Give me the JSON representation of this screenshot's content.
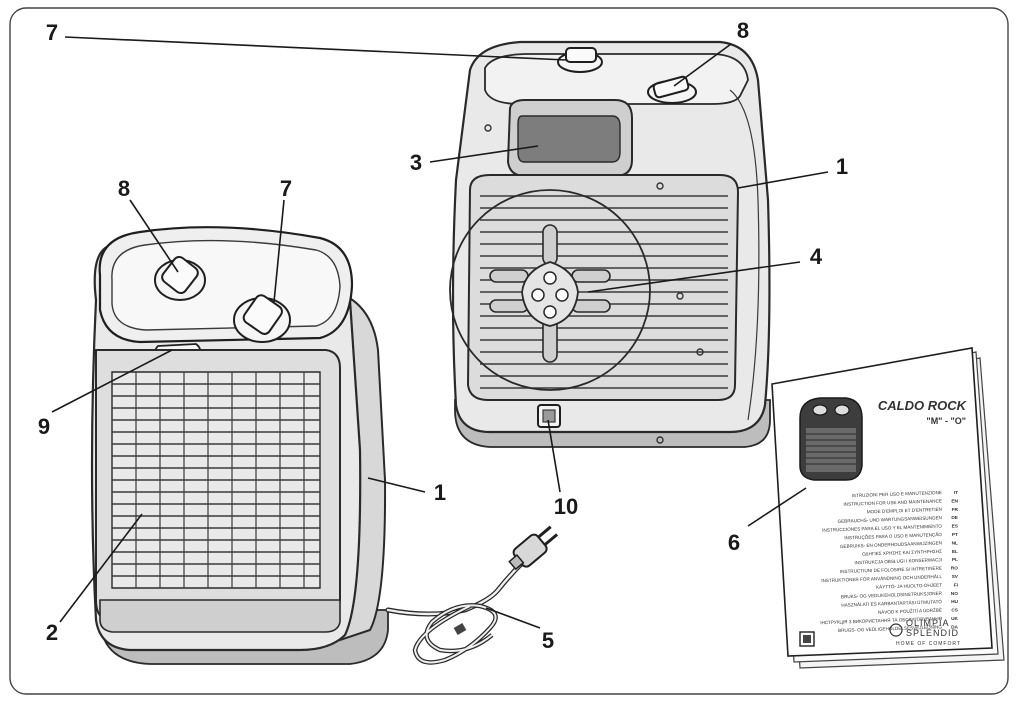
{
  "callouts": {
    "front_1": "1",
    "front_2": "2",
    "front_7": "7",
    "front_8": "8",
    "front_9": "9",
    "back_1": "1",
    "back_3": "3",
    "back_4": "4",
    "back_7": "7",
    "back_8": "8",
    "back_10": "10",
    "cord_5": "5",
    "manual_6": "6"
  },
  "manual": {
    "title": "CALDO ROCK",
    "subtitle": "\"M\" - \"O\"",
    "languages": [
      {
        "text": "ISTRUZIONI PER USO E MANUTENZIONE",
        "code": "IT"
      },
      {
        "text": "INSTRUCTION FOR USE AND MAINTENANCE",
        "code": "EN"
      },
      {
        "text": "MODE D'EMPLOI ET D'ENTRETIEN",
        "code": "FR"
      },
      {
        "text": "GEBRAUCHS- UND WARTUNGSANWEISUNGEN",
        "code": "DE"
      },
      {
        "text": "INSTRUCCIONES PARA EL USO Y EL MANTENIMIENTO",
        "code": "ES"
      },
      {
        "text": "INSTRUÇÕES PARA O USO E MANUTENÇÃO",
        "code": "PT"
      },
      {
        "text": "GEBRUIKS- EN ONDERHOUDSAANWIJZINGEN",
        "code": "NL"
      },
      {
        "text": "ΟΔΗΓΙΕΣ ΧΡΗΣΗΣ ΚΑΙ ΣΥΝΤΗΡΗΣΗΣ",
        "code": "EL"
      },
      {
        "text": "INSTRUKCJA OBSŁUGI I KONSERWACJI",
        "code": "PL"
      },
      {
        "text": "INSTRUCTIUNI DE FOLOSIRE SI INTRETINERE",
        "code": "RO"
      },
      {
        "text": "INSTRUKTIONER FÖR ANVÄNDNING OCH UNDERHÅLL",
        "code": "SV"
      },
      {
        "text": "KÄYTTÖ- JA HUOLTO-OHJEET",
        "code": "FI"
      },
      {
        "text": "BRUKS- OG VEDLIKEHOLDSINSTRUKSJONER",
        "code": "NO"
      },
      {
        "text": "HASZNÁLATI ÉS KARBANTARTÁSI ÚTMUTATÓ",
        "code": "HU"
      },
      {
        "text": "NÁVOD K POUŽITÍ A ÚDRŽBĚ",
        "code": "CS"
      },
      {
        "text": "ІНСТРУКЦІЯ З ВИКОРИСТАННЯ ТА ОБСЛУГОВУВАННЯ",
        "code": "UK"
      },
      {
        "text": "BRUGS- OG VEDLIGEHOLDELSESVEJLEDNING",
        "code": "DA"
      }
    ],
    "brand_line1": "OLIMPIA",
    "brand_line2": "SPLENDID",
    "brand_tagline": "HOME OF COMFORT"
  }
}
